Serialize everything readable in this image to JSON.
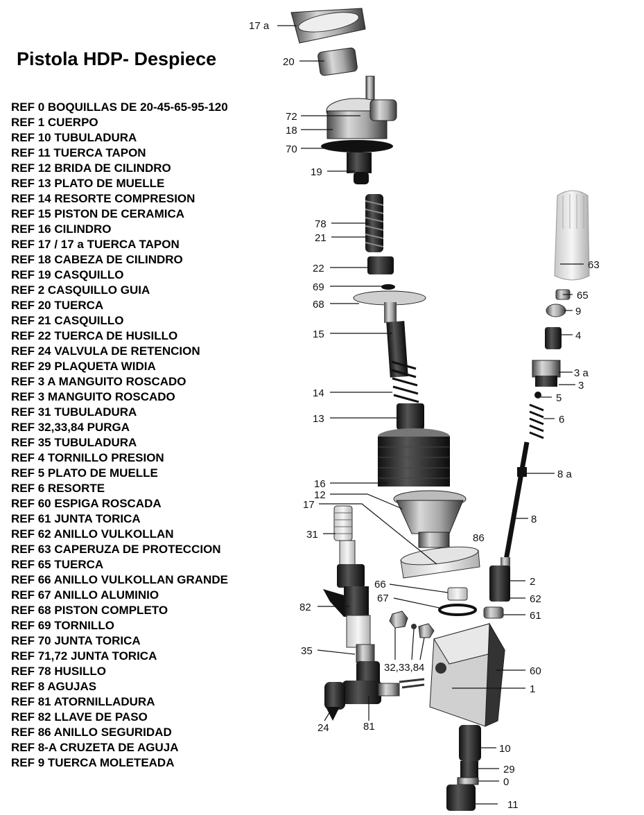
{
  "title": "Pistola HDP- Despiece",
  "references": [
    "REF 0 BOQUILLAS DE 20-45-65-95-120",
    "REF 1 CUERPO",
    "REF 10 TUBULADURA",
    "REF 11 TUERCA TAPON",
    "REF 12 BRIDA DE CILINDRO",
    "REF 13 PLATO DE MUELLE",
    "REF 14 RESORTE COMPRESION",
    "REF 15 PISTON DE CERAMICA",
    "REF 16 CILINDRO",
    "REF 17 / 17 a TUERCA TAPON",
    "REF 18 CABEZA DE CILINDRO",
    "REF 19 CASQUILLO",
    "REF 2 CASQUILLO GUIA",
    "REF 20 TUERCA",
    "REF 21 CASQUILLO",
    "REF 22 TUERCA DE HUSILLO",
    "REF 24 VALVULA DE RETENCION",
    "REF 29 PLAQUETA WIDIA",
    "REF 3 A MANGUITO ROSCADO",
    "REF 3 MANGUITO ROSCADO",
    "REF 31 TUBULADURA",
    "REF 32,33,84 PURGA",
    "REF 35 TUBULADURA",
    "REF 4 TORNILLO PRESION",
    "REF 5 PLATO DE MUELLE",
    "REF 6 RESORTE",
    "REF 60 ESPIGA ROSCADA",
    "REF 61 JUNTA TORICA",
    "REF 62 ANILLO VULKOLLAN",
    "REF 63 CAPERUZA DE PROTECCION",
    "REF 65 TUERCA",
    "REF 66 ANILLO VULKOLLAN GRANDE",
    "REF 67 ANILLO ALUMINIO",
    "REF 68 PISTON COMPLETO",
    "REF 69 TORNILLO",
    "REF 70 JUNTA TORICA",
    "REF 71,72 JUNTA TORICA",
    "REF 78 HUSILLO",
    "REF 8 AGUJAS",
    "REF 81 ATORNILLADURA",
    "REF 82 LLAVE DE PASO",
    "REF 86 ANILLO SEGURIDAD",
    "REF 8-A CRUZETA DE AGUJA",
    "REF 9 TUERCA MOLETEADA"
  ],
  "callouts": {
    "c17a": "17 a",
    "c20": "20",
    "c72": "72",
    "c18": "18",
    "c70": "70",
    "c19": "19",
    "c78": "78",
    "c21": "21",
    "c22": "22",
    "c69": "69",
    "c68": "68",
    "c15": "15",
    "c14": "14",
    "c13": "13",
    "c16": "16",
    "c12": "12",
    "c17": "17",
    "c31": "31",
    "c86": "86",
    "c66": "66",
    "c67": "67",
    "c82": "82",
    "c35": "35",
    "c323384": "32,33,84",
    "c24": "24",
    "c81": "81",
    "c63": "63",
    "c65": "65",
    "c9": "9",
    "c4": "4",
    "c3a": "3 a",
    "c3": "3",
    "c5": "5",
    "c6": "6",
    "c8a": "8 a",
    "c8": "8",
    "c2": "2",
    "c62": "62",
    "c61": "61",
    "c60": "60",
    "c1": "1",
    "c10": "10",
    "c29": "29",
    "c0": "0",
    "c11": "11"
  }
}
